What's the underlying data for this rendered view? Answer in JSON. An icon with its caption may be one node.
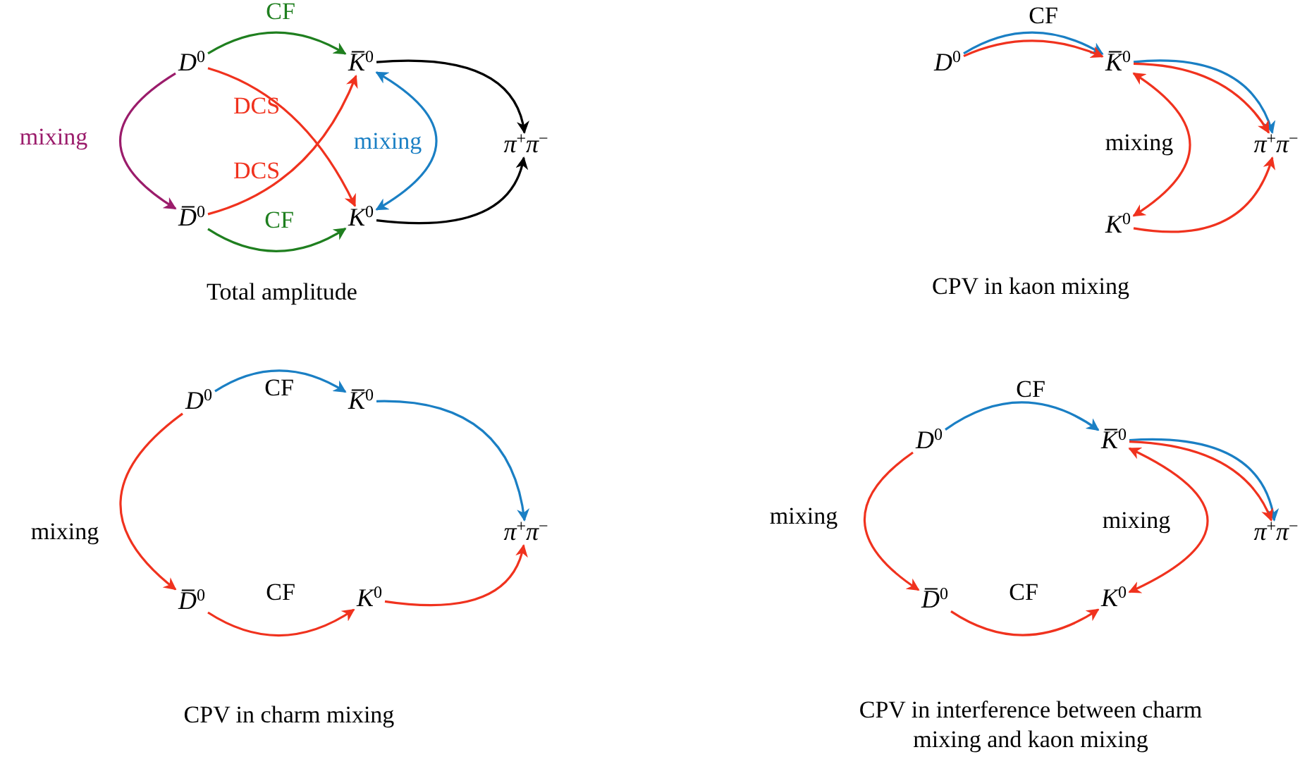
{
  "diagram": {
    "nodes": [
      {
        "text": [
          "*D*$^{0}$"
        ]
      },
      {
        "text": [
          "*K̅*$^{0}$"
        ]
      },
      {
        "text": [
          "*D̅*$^{0}$"
        ]
      },
      {
        "text": [
          "*K*$^{0}$"
        ]
      },
      {
        "text": [
          "*π*$^{+}$*π*$^{−}$"
        ]
      },
      {
        "text": [
          "*D*$^{0}$"
        ]
      },
      {
        "text": [
          "*K̅*$^{0}$"
        ]
      },
      {
        "text": [
          "*K*$^{0}$"
        ]
      },
      {
        "text": [
          "*π*$^{+}$*π*$^{−}$"
        ]
      },
      {
        "text": [
          "*D*$^{0}$"
        ]
      },
      {
        "text": [
          "*K̅*$^{0}$"
        ]
      },
      {
        "text": [
          "*D̅*$^{0}$"
        ]
      },
      {
        "text": [
          "*K*$^{0}$"
        ]
      },
      {
        "text": [
          "*π*$^{+}$*π*$^{−}$"
        ]
      },
      {
        "text": [
          "*D*$^{0}$"
        ]
      },
      {
        "text": [
          "*K̅*$^{0}$"
        ]
      },
      {
        "text": [
          "*D̅*$^{0}$"
        ]
      },
      {
        "text": [
          "*K*$^{0}$"
        ]
      },
      {
        "text": [
          "*π*$^{+}$*π*$^{−}$"
        ]
      }
    ],
    "edges": [
      {
        "from": 0,
        "to": 1,
        "arrow": "to",
        "label": "CF",
        "color": "#1f7f1f"
      },
      {
        "from": 0,
        "to": 3,
        "arrow": "to",
        "label": "DCS",
        "color": "#f0321e"
      },
      {
        "from": 2,
        "to": 1,
        "arrow": "to",
        "label": "DCS",
        "color": "#f0321e"
      },
      {
        "from": 2,
        "to": 3,
        "arrow": "to",
        "label": "CF",
        "color": "#1f7f1f"
      },
      {
        "from": 0,
        "to": 2,
        "arrow": "to",
        "label": "mixing",
        "color": "#9b1c6b"
      },
      {
        "from": 1,
        "to": 3,
        "arrow": "both",
        "label": "mixing",
        "color": "#1a7fc4"
      },
      {
        "from": 1,
        "to": 4,
        "arrow": "to",
        "color": "#000000"
      },
      {
        "from": 3,
        "to": 4,
        "arrow": "to",
        "color": "#000000"
      },
      {
        "from": 5,
        "to": 6,
        "arrow": "to",
        "label": "CF",
        "color": "#1a7fc4"
      },
      {
        "from": 5,
        "to": 6,
        "arrow": "to",
        "color": "#f0321e"
      },
      {
        "from": 6,
        "to": 8,
        "arrow": "to",
        "color": "#1a7fc4"
      },
      {
        "from": 6,
        "to": 8,
        "arrow": "to",
        "color": "#f0321e"
      },
      {
        "from": 6,
        "to": 7,
        "arrow": "both",
        "label": "mixing",
        "color": "#f0321e"
      },
      {
        "from": 7,
        "to": 8,
        "arrow": "to",
        "color": "#f0321e"
      },
      {
        "from": 9,
        "to": 10,
        "arrow": "to",
        "label": "CF",
        "color": "#1a7fc4"
      },
      {
        "from": 10,
        "to": 13,
        "arrow": "to",
        "color": "#1a7fc4"
      },
      {
        "from": 9,
        "to": 11,
        "arrow": "to",
        "label": "mixing",
        "color": "#f0321e"
      },
      {
        "from": 11,
        "to": 12,
        "arrow": "to",
        "label": "CF",
        "color": "#f0321e"
      },
      {
        "from": 12,
        "to": 13,
        "arrow": "to",
        "color": "#f0321e"
      },
      {
        "from": 14,
        "to": 15,
        "arrow": "to",
        "label": "CF",
        "color": "#1a7fc4"
      },
      {
        "from": 15,
        "to": 18,
        "arrow": "to",
        "color": "#1a7fc4"
      },
      {
        "from": 15,
        "to": 18,
        "arrow": "to",
        "color": "#f0321e"
      },
      {
        "from": 14,
        "to": 16,
        "arrow": "to",
        "label": "mixing",
        "color": "#f0321e"
      },
      {
        "from": 16,
        "to": 17,
        "arrow": "to",
        "label": "CF",
        "color": "#f0321e"
      },
      {
        "from": 15,
        "to": 17,
        "arrow": "both",
        "label": "mixing",
        "color": "#f0321e"
      }
    ],
    "labels": [
      "Total amplitude",
      "CPV in kaon mixing",
      "CPV in charm mixing",
      "CPV in interference between charm mixing and kaon mixing"
    ]
  }
}
